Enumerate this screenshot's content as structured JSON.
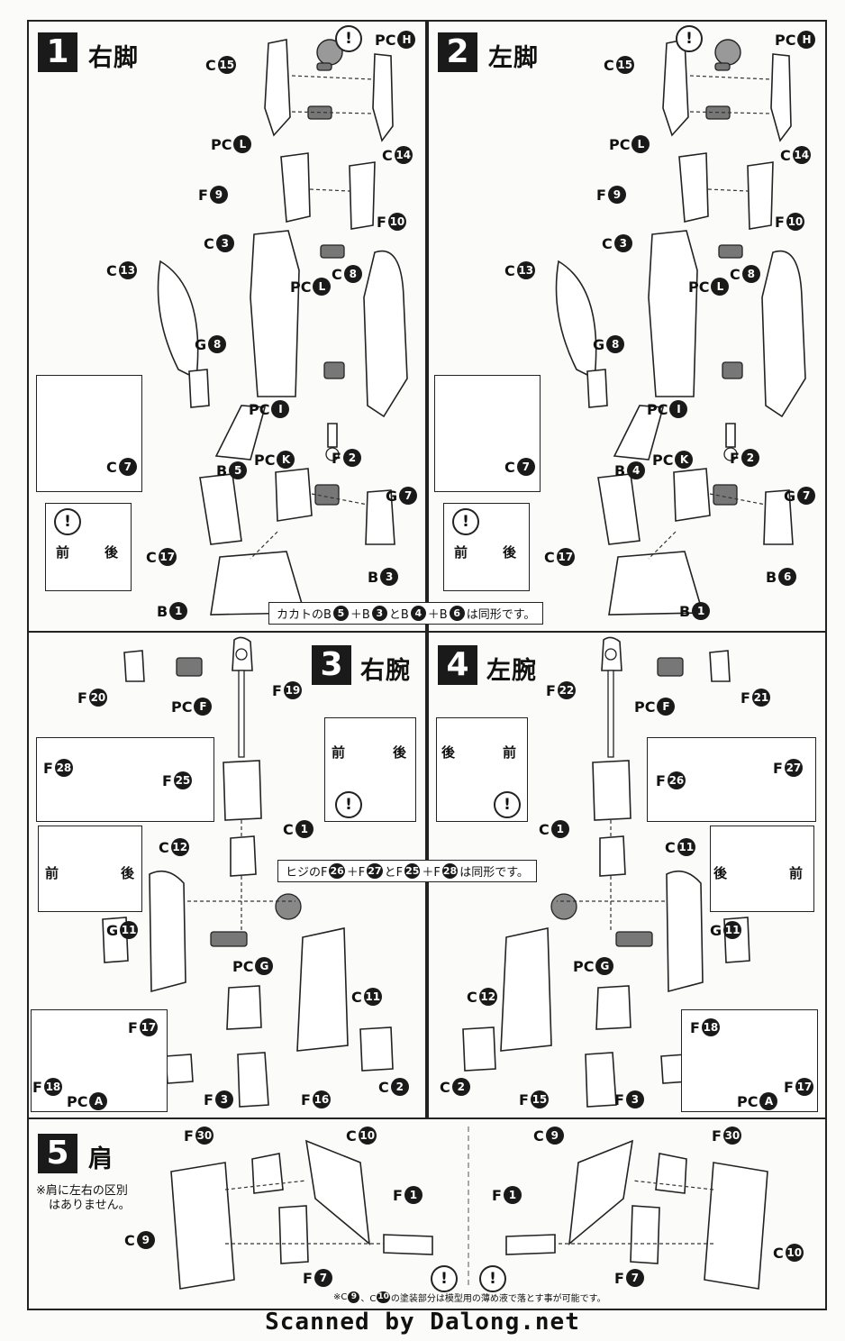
{
  "steps": [
    {
      "number": "1",
      "title": "右脚"
    },
    {
      "number": "2",
      "title": "左脚"
    },
    {
      "number": "3",
      "title": "右腕"
    },
    {
      "number": "4",
      "title": "左腕"
    },
    {
      "number": "5",
      "title": "肩"
    }
  ],
  "parts": {
    "pc_h": {
      "pre": "PC",
      "num": "H"
    },
    "pc_l": {
      "pre": "PC",
      "num": "L"
    },
    "pc_k": {
      "pre": "PC",
      "num": "K"
    },
    "pc_i": {
      "pre": "PC",
      "num": "I"
    },
    "pc_f": {
      "pre": "PC",
      "num": "F"
    },
    "pc_g": {
      "pre": "PC",
      "num": "G"
    },
    "pc_a": {
      "pre": "PC",
      "num": "A"
    },
    "c15": {
      "pre": "C",
      "num": "15"
    },
    "c14": {
      "pre": "C",
      "num": "14"
    },
    "c3": {
      "pre": "C",
      "num": "3"
    },
    "c13": {
      "pre": "C",
      "num": "13"
    },
    "c8": {
      "pre": "C",
      "num": "8"
    },
    "c7": {
      "pre": "C",
      "num": "7"
    },
    "c17": {
      "pre": "C",
      "num": "17"
    },
    "c1": {
      "pre": "C",
      "num": "1"
    },
    "c12": {
      "pre": "C",
      "num": "12"
    },
    "c11": {
      "pre": "C",
      "num": "11"
    },
    "c2": {
      "pre": "C",
      "num": "2"
    },
    "c9": {
      "pre": "C",
      "num": "9"
    },
    "c10": {
      "pre": "C",
      "num": "10"
    },
    "f9": {
      "pre": "F",
      "num": "9"
    },
    "f10": {
      "pre": "F",
      "num": "10"
    },
    "f2": {
      "pre": "F",
      "num": "2"
    },
    "f20": {
      "pre": "F",
      "num": "20"
    },
    "f19": {
      "pre": "F",
      "num": "19"
    },
    "f22": {
      "pre": "F",
      "num": "22"
    },
    "f21": {
      "pre": "F",
      "num": "21"
    },
    "f28": {
      "pre": "F",
      "num": "28"
    },
    "f25": {
      "pre": "F",
      "num": "25"
    },
    "f26": {
      "pre": "F",
      "num": "26"
    },
    "f27": {
      "pre": "F",
      "num": "27"
    },
    "f17": {
      "pre": "F",
      "num": "17"
    },
    "f18": {
      "pre": "F",
      "num": "18"
    },
    "f3": {
      "pre": "F",
      "num": "3"
    },
    "f16": {
      "pre": "F",
      "num": "16"
    },
    "f15": {
      "pre": "F",
      "num": "15"
    },
    "f30": {
      "pre": "F",
      "num": "30"
    },
    "f1": {
      "pre": "F",
      "num": "1"
    },
    "f7": {
      "pre": "F",
      "num": "7"
    },
    "g8": {
      "pre": "G",
      "num": "8"
    },
    "g7": {
      "pre": "G",
      "num": "7"
    },
    "g11": {
      "pre": "G",
      "num": "11"
    },
    "b5": {
      "pre": "B",
      "num": "5"
    },
    "b4": {
      "pre": "B",
      "num": "4"
    },
    "b3": {
      "pre": "B",
      "num": "3"
    },
    "b6": {
      "pre": "B",
      "num": "6"
    },
    "b1": {
      "pre": "B",
      "num": "1"
    }
  },
  "notes": {
    "ankle": {
      "t1": "カカトのB",
      "n1": "5",
      "t2": "＋B",
      "n2": "3",
      "t3": "とB",
      "n3": "4",
      "t4": "＋B",
      "n4": "6",
      "t5": "は同形です。"
    },
    "elbow": {
      "t1": "ヒジのF",
      "n1": "26",
      "t2": "＋F",
      "n2": "27",
      "t3": "とF",
      "n3": "25",
      "t4": "＋F",
      "n4": "28",
      "t5": "は同形です。"
    },
    "shoulder": {
      "t1": "※肩に左右の区別",
      "t2": "はありません。"
    },
    "paint": {
      "t1": "※C",
      "n1": "9",
      "t2": "、C",
      "n2": "10",
      "t3": "の塗装部分は模型用の薄め液で落とす事が可能です。"
    }
  },
  "orient": {
    "front": "前",
    "back": "後"
  },
  "warning_symbol": "!",
  "footer": "Scanned by Dalong.net"
}
